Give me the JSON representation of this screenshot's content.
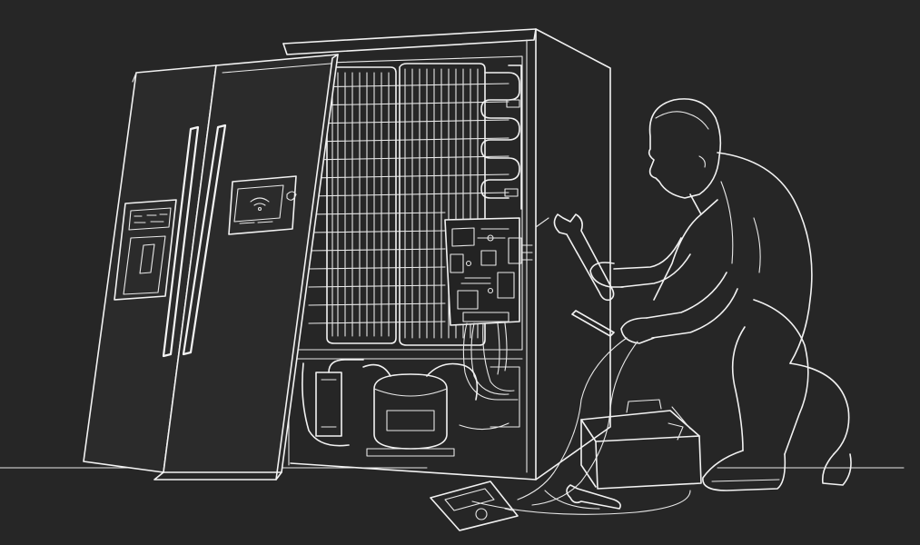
{
  "scene": {
    "background_color": "#262626",
    "line_color": "#f2f2f2",
    "subjects": [
      "refrigerator",
      "technician",
      "toolbox",
      "multimeter",
      "wrench"
    ]
  }
}
